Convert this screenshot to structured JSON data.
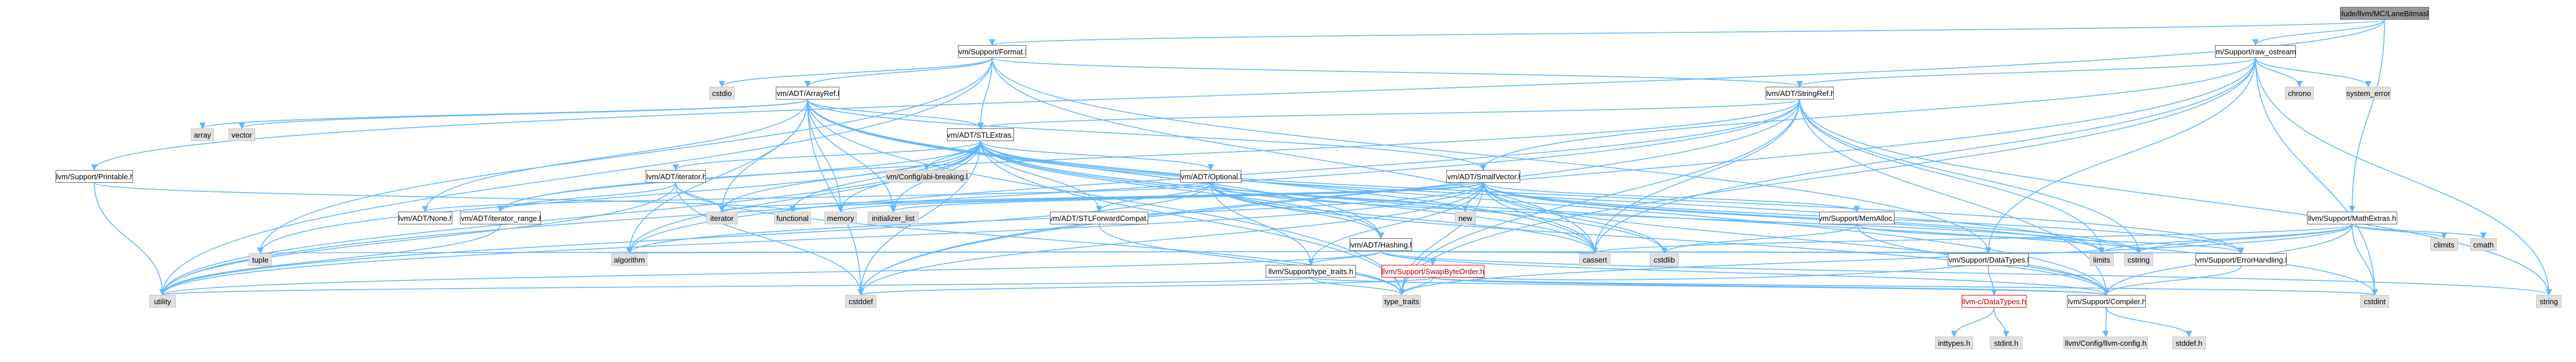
{
  "diagram": {
    "type": "include-dependency-graph",
    "colors": {
      "edge": "#63b8ff",
      "root_fill": "#999999",
      "external_fill": "#e0e0e0",
      "missing_border": "#ff0000"
    },
    "nodes": {
      "root": {
        "label": "include/llvm/MC/LaneBitmask.h",
        "kind": "root"
      },
      "format": {
        "label": "llvm/Support/Format.h",
        "kind": "internal"
      },
      "raw_ostream": {
        "label": "llvm/Support/raw_ostream.h",
        "kind": "internal"
      },
      "cstdio": {
        "label": "cstdio",
        "kind": "external"
      },
      "arrayref": {
        "label": "llvm/ADT/ArrayRef.h",
        "kind": "internal"
      },
      "stringref": {
        "label": "llvm/ADT/StringRef.h",
        "kind": "internal"
      },
      "chrono": {
        "label": "chrono",
        "kind": "external"
      },
      "system_error": {
        "label": "system_error",
        "kind": "external"
      },
      "array": {
        "label": "array",
        "kind": "external"
      },
      "vector": {
        "label": "vector",
        "kind": "external"
      },
      "stlextras": {
        "label": "llvm/ADT/STLExtras.h",
        "kind": "internal"
      },
      "printable": {
        "label": "llvm/Support/Printable.h",
        "kind": "internal"
      },
      "adt_iterator": {
        "label": "llvm/ADT/iterator.h",
        "kind": "internal"
      },
      "abi_breaking": {
        "label": "llvm/Config/abi-breaking.h",
        "kind": "external"
      },
      "optional": {
        "label": "llvm/ADT/Optional.h",
        "kind": "internal"
      },
      "smallvector": {
        "label": "llvm/ADT/SmallVector.h",
        "kind": "internal"
      },
      "mathextras": {
        "label": "llvm/Support/MathExtras.h",
        "kind": "internal"
      },
      "none": {
        "label": "llvm/ADT/None.h",
        "kind": "internal"
      },
      "iterator_range": {
        "label": "llvm/ADT/iterator_range.h",
        "kind": "internal"
      },
      "std_iterator": {
        "label": "iterator",
        "kind": "external"
      },
      "functional": {
        "label": "functional",
        "kind": "external"
      },
      "memory": {
        "label": "memory",
        "kind": "external"
      },
      "initializer_list": {
        "label": "initializer_list",
        "kind": "external"
      },
      "stlforwardcompat": {
        "label": "llvm/ADT/STLForwardCompat.h",
        "kind": "internal"
      },
      "new": {
        "label": "new",
        "kind": "external"
      },
      "hashing": {
        "label": "llvm/ADT/Hashing.h",
        "kind": "internal"
      },
      "memalloc": {
        "label": "llvm/Support/MemAlloc.h",
        "kind": "internal"
      },
      "climits": {
        "label": "climits",
        "kind": "external"
      },
      "cmath": {
        "label": "cmath",
        "kind": "external"
      },
      "tuple": {
        "label": "tuple",
        "kind": "external"
      },
      "algorithm": {
        "label": "algorithm",
        "kind": "external"
      },
      "cassert": {
        "label": "cassert",
        "kind": "external"
      },
      "cstdlib": {
        "label": "cstdlib",
        "kind": "external"
      },
      "datatypes": {
        "label": "llvm/Support/DataTypes.h",
        "kind": "internal"
      },
      "limits": {
        "label": "limits",
        "kind": "external"
      },
      "cstring": {
        "label": "cstring",
        "kind": "external"
      },
      "errorhandling": {
        "label": "llvm/Support/ErrorHandling.h",
        "kind": "internal"
      },
      "type_traits_h": {
        "label": "llvm/Support/type_traits.h",
        "kind": "internal"
      },
      "swapbyteorder": {
        "label": "llvm/Support/SwapByteOrder.h",
        "kind": "missing"
      },
      "utility": {
        "label": "utility",
        "kind": "external"
      },
      "cstddef": {
        "label": "cstddef",
        "kind": "external"
      },
      "type_traits": {
        "label": "type_traits",
        "kind": "external"
      },
      "c_datatypes": {
        "label": "llvm-c/DataTypes.h",
        "kind": "missing"
      },
      "compiler": {
        "label": "llvm/Support/Compiler.h",
        "kind": "internal"
      },
      "cstdint": {
        "label": "cstdint",
        "kind": "external"
      },
      "string": {
        "label": "string",
        "kind": "external"
      },
      "inttypes": {
        "label": "inttypes.h",
        "kind": "external"
      },
      "stdint": {
        "label": "stdint.h",
        "kind": "external"
      },
      "llvm_config": {
        "label": "llvm/Config/llvm-config.h",
        "kind": "external"
      },
      "stddef": {
        "label": "stddef.h",
        "kind": "external"
      }
    },
    "edges": [
      [
        "root",
        "format"
      ],
      [
        "root",
        "raw_ostream"
      ],
      [
        "root",
        "mathextras"
      ],
      [
        "root",
        "printable"
      ],
      [
        "format",
        "cstdio"
      ],
      [
        "format",
        "arrayref"
      ],
      [
        "format",
        "stringref"
      ],
      [
        "format",
        "stlextras"
      ],
      [
        "format",
        "datatypes"
      ],
      [
        "format",
        "cassert"
      ],
      [
        "format",
        "tuple"
      ],
      [
        "format",
        "utility"
      ],
      [
        "raw_ostream",
        "stringref"
      ],
      [
        "raw_ostream",
        "chrono"
      ],
      [
        "raw_ostream",
        "system_error"
      ],
      [
        "raw_ostream",
        "smallvector"
      ],
      [
        "raw_ostream",
        "datatypes"
      ],
      [
        "raw_ostream",
        "cassert"
      ],
      [
        "raw_ostream",
        "cstddef"
      ],
      [
        "raw_ostream",
        "cstdint"
      ],
      [
        "raw_ostream",
        "string"
      ],
      [
        "raw_ostream",
        "type_traits"
      ],
      [
        "arrayref",
        "array"
      ],
      [
        "arrayref",
        "vector"
      ],
      [
        "arrayref",
        "stlextras"
      ],
      [
        "arrayref",
        "hashing"
      ],
      [
        "arrayref",
        "none"
      ],
      [
        "arrayref",
        "smallvector"
      ],
      [
        "arrayref",
        "compiler"
      ],
      [
        "arrayref",
        "algorithm"
      ],
      [
        "arrayref",
        "cassert"
      ],
      [
        "arrayref",
        "cstddef"
      ],
      [
        "arrayref",
        "initializer_list"
      ],
      [
        "arrayref",
        "std_iterator"
      ],
      [
        "arrayref",
        "memory"
      ],
      [
        "arrayref",
        "type_traits"
      ],
      [
        "stringref",
        "stlextras"
      ],
      [
        "stringref",
        "iterator_range"
      ],
      [
        "stringref",
        "compiler"
      ],
      [
        "stringref",
        "algorithm"
      ],
      [
        "stringref",
        "cassert"
      ],
      [
        "stringref",
        "cstddef"
      ],
      [
        "stringref",
        "cstring"
      ],
      [
        "stringref",
        "limits"
      ],
      [
        "stringref",
        "string"
      ],
      [
        "stringref",
        "type_traits"
      ],
      [
        "stringref",
        "utility"
      ],
      [
        "stlextras",
        "hashing"
      ],
      [
        "stlextras",
        "optional"
      ],
      [
        "stlextras",
        "stlforwardcompat"
      ],
      [
        "stlextras",
        "adt_iterator"
      ],
      [
        "stlextras",
        "iterator_range"
      ],
      [
        "stlextras",
        "abi_breaking"
      ],
      [
        "stlextras",
        "errorhandling"
      ],
      [
        "stlextras",
        "algorithm"
      ],
      [
        "stlextras",
        "cassert"
      ],
      [
        "stlextras",
        "cstddef"
      ],
      [
        "stlextras",
        "cstdint"
      ],
      [
        "stlextras",
        "cstdlib"
      ],
      [
        "stlextras",
        "functional"
      ],
      [
        "stlextras",
        "initializer_list"
      ],
      [
        "stlextras",
        "std_iterator"
      ],
      [
        "stlextras",
        "limits"
      ],
      [
        "stlextras",
        "memory"
      ],
      [
        "stlextras",
        "tuple"
      ],
      [
        "stlextras",
        "type_traits"
      ],
      [
        "stlextras",
        "utility"
      ],
      [
        "printable",
        "functional"
      ],
      [
        "printable",
        "utility"
      ],
      [
        "adt_iterator",
        "iterator_range"
      ],
      [
        "adt_iterator",
        "cstddef"
      ],
      [
        "adt_iterator",
        "std_iterator"
      ],
      [
        "adt_iterator",
        "type_traits"
      ],
      [
        "adt_iterator",
        "utility"
      ],
      [
        "optional",
        "hashing"
      ],
      [
        "optional",
        "none"
      ],
      [
        "optional",
        "stlforwardcompat"
      ],
      [
        "optional",
        "compiler"
      ],
      [
        "optional",
        "type_traits_h"
      ],
      [
        "optional",
        "cassert"
      ],
      [
        "optional",
        "cstring"
      ],
      [
        "optional",
        "new"
      ],
      [
        "optional",
        "utility"
      ],
      [
        "smallvector",
        "compiler"
      ],
      [
        "smallvector",
        "errorhandling"
      ],
      [
        "smallvector",
        "memalloc"
      ],
      [
        "smallvector",
        "type_traits_h"
      ],
      [
        "smallvector",
        "algorithm"
      ],
      [
        "smallvector",
        "cassert"
      ],
      [
        "smallvector",
        "cstddef"
      ],
      [
        "smallvector",
        "cstdlib"
      ],
      [
        "smallvector",
        "cstring"
      ],
      [
        "smallvector",
        "functional"
      ],
      [
        "smallvector",
        "initializer_list"
      ],
      [
        "smallvector",
        "std_iterator"
      ],
      [
        "smallvector",
        "limits"
      ],
      [
        "smallvector",
        "memory"
      ],
      [
        "smallvector",
        "new"
      ],
      [
        "smallvector",
        "type_traits"
      ],
      [
        "smallvector",
        "utility"
      ],
      [
        "mathextras",
        "compiler"
      ],
      [
        "mathextras",
        "cassert"
      ],
      [
        "mathextras",
        "climits"
      ],
      [
        "mathextras",
        "cmath"
      ],
      [
        "mathextras",
        "cstdint"
      ],
      [
        "mathextras",
        "cstring"
      ],
      [
        "mathextras",
        "limits"
      ],
      [
        "mathextras",
        "type_traits"
      ],
      [
        "iterator_range",
        "utility"
      ],
      [
        "stlforwardcompat",
        "type_traits"
      ],
      [
        "hashing",
        "compiler"
      ],
      [
        "hashing",
        "datatypes"
      ],
      [
        "hashing",
        "errorhandling"
      ],
      [
        "hashing",
        "swapbyteorder"
      ],
      [
        "hashing",
        "type_traits_h"
      ],
      [
        "hashing",
        "algorithm"
      ],
      [
        "hashing",
        "cassert"
      ],
      [
        "hashing",
        "cstring"
      ],
      [
        "hashing",
        "string"
      ],
      [
        "hashing",
        "tuple"
      ],
      [
        "hashing",
        "utility"
      ],
      [
        "memalloc",
        "compiler"
      ],
      [
        "memalloc",
        "errorhandling"
      ],
      [
        "memalloc",
        "cstdlib"
      ],
      [
        "datatypes",
        "c_datatypes"
      ],
      [
        "errorhandling",
        "compiler"
      ],
      [
        "type_traits_h",
        "compiler"
      ],
      [
        "type_traits_h",
        "type_traits"
      ],
      [
        "type_traits_h",
        "utility"
      ],
      [
        "swapbyteorder",
        "compiler"
      ],
      [
        "swapbyteorder",
        "datatypes"
      ],
      [
        "swapbyteorder",
        "cstddef"
      ],
      [
        "swapbyteorder",
        "cstdint"
      ],
      [
        "swapbyteorder",
        "type_traits"
      ],
      [
        "c_datatypes",
        "inttypes"
      ],
      [
        "c_datatypes",
        "stdint"
      ],
      [
        "compiler",
        "llvm_config"
      ],
      [
        "compiler",
        "stddef"
      ]
    ]
  }
}
